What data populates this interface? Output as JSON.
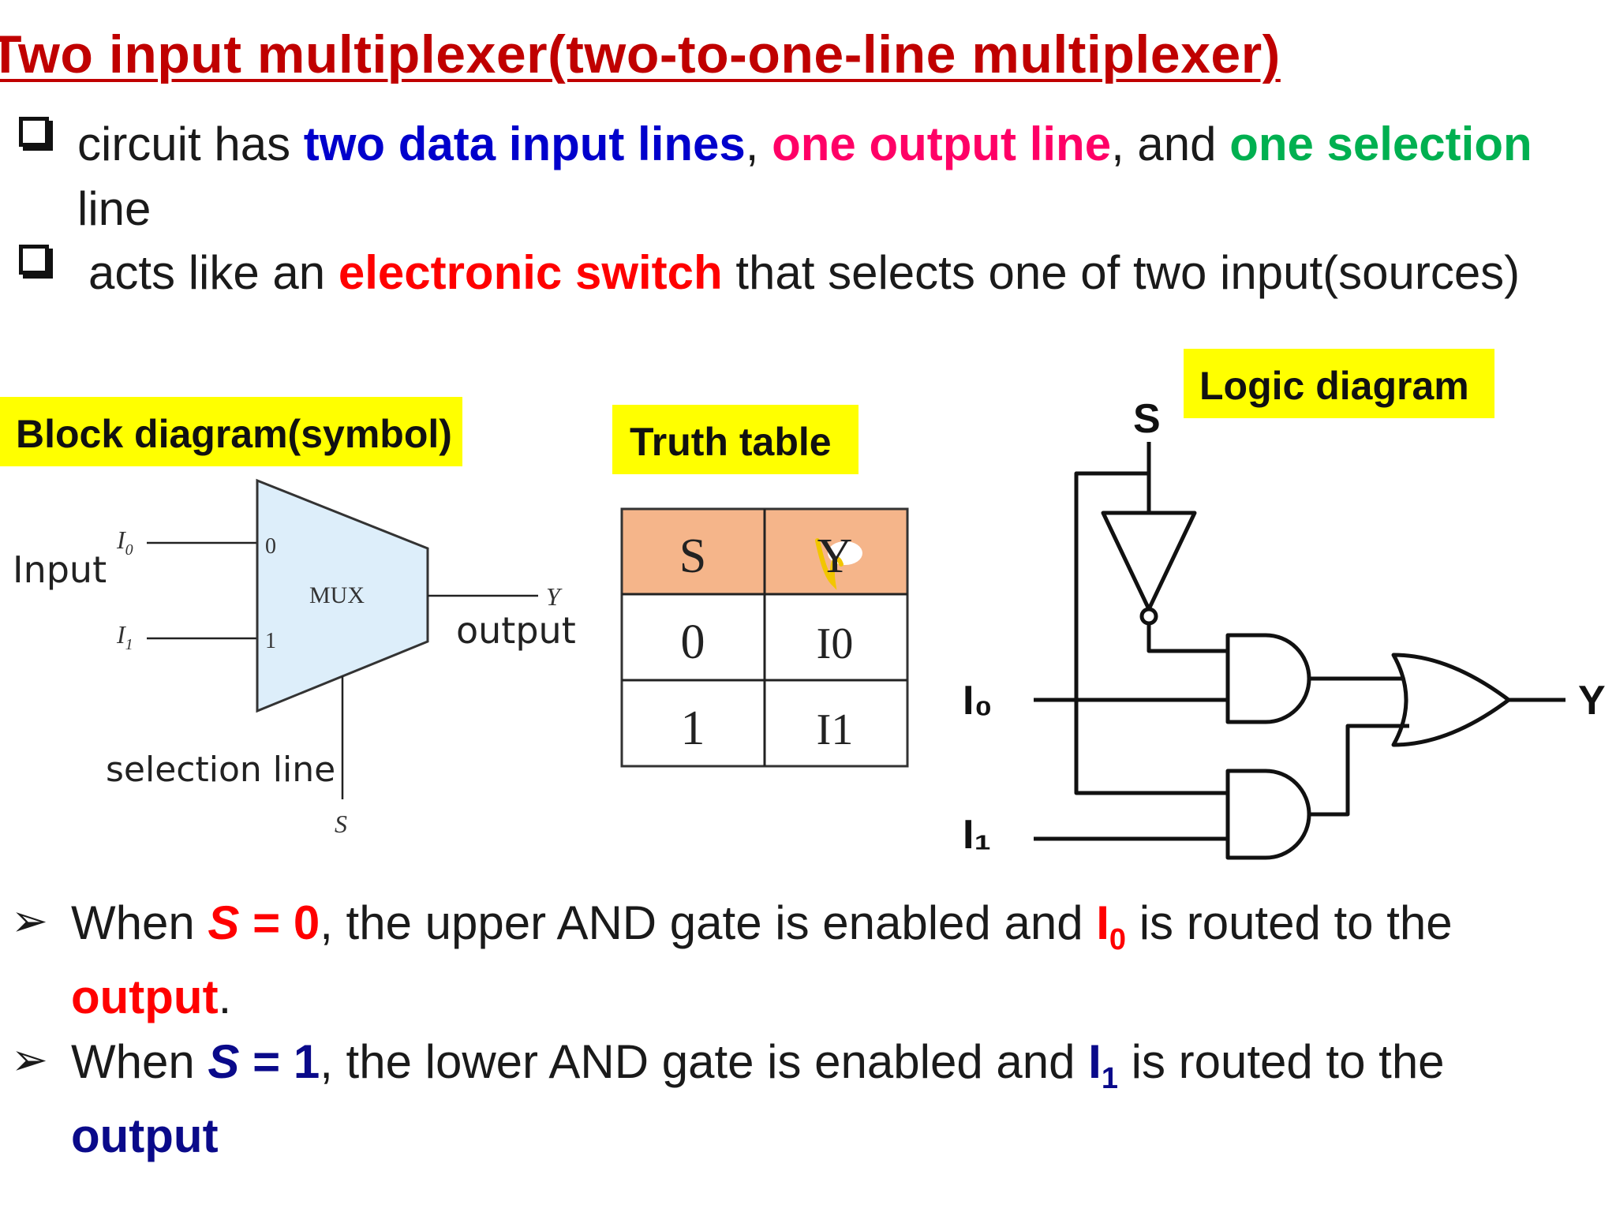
{
  "title": "Two input multiplexer(two-to-one-line multiplexer)",
  "bullets": {
    "b1": {
      "pre": "circuit has ",
      "hl1": "two data input lines",
      "sep1": ", ",
      "hl2": "one output line",
      "sep2": ", and ",
      "hl3": "one selection",
      "line2": "line"
    },
    "b2": {
      "pre": "acts like an ",
      "hl": "electronic switch",
      "post": " that selects one of two input(sources)"
    }
  },
  "labels": {
    "block": "Block diagram(symbol)",
    "truth": "Truth table",
    "logic": "Logic diagram"
  },
  "block_diagram": {
    "input_label": "Input",
    "output_label": "output",
    "selection_label": "selection line",
    "mux": "MUX",
    "i0": "I",
    "i0_sub": "0",
    "i1": "I",
    "i1_sub": "1",
    "pin0": "0",
    "pin1": "1",
    "y": "Y",
    "s": "S"
  },
  "truth_table": {
    "headers": [
      "S",
      "Y"
    ],
    "rows": [
      [
        "0",
        "I0"
      ],
      [
        "1",
        "I1"
      ]
    ],
    "header_color": "#f5b58a"
  },
  "logic_diagram": {
    "s": "S",
    "i0": "I₀",
    "i1": "I₁",
    "y": "Y"
  },
  "points": {
    "p1": {
      "pre": "When ",
      "cond_var": "S",
      "cond_rest": " = 0",
      "mid": ", the upper AND gate is enabled and ",
      "inp": "I",
      "inp_sub": "0",
      "post": " is routed to the",
      "end": "output",
      "dot": "."
    },
    "p2": {
      "pre": "When ",
      "cond_var": "S",
      "cond_rest": " = 1",
      "mid": ", the lower AND gate is enabled and ",
      "inp": "I",
      "inp_sub": "1",
      "post": " is routed to the",
      "end": "output"
    }
  }
}
